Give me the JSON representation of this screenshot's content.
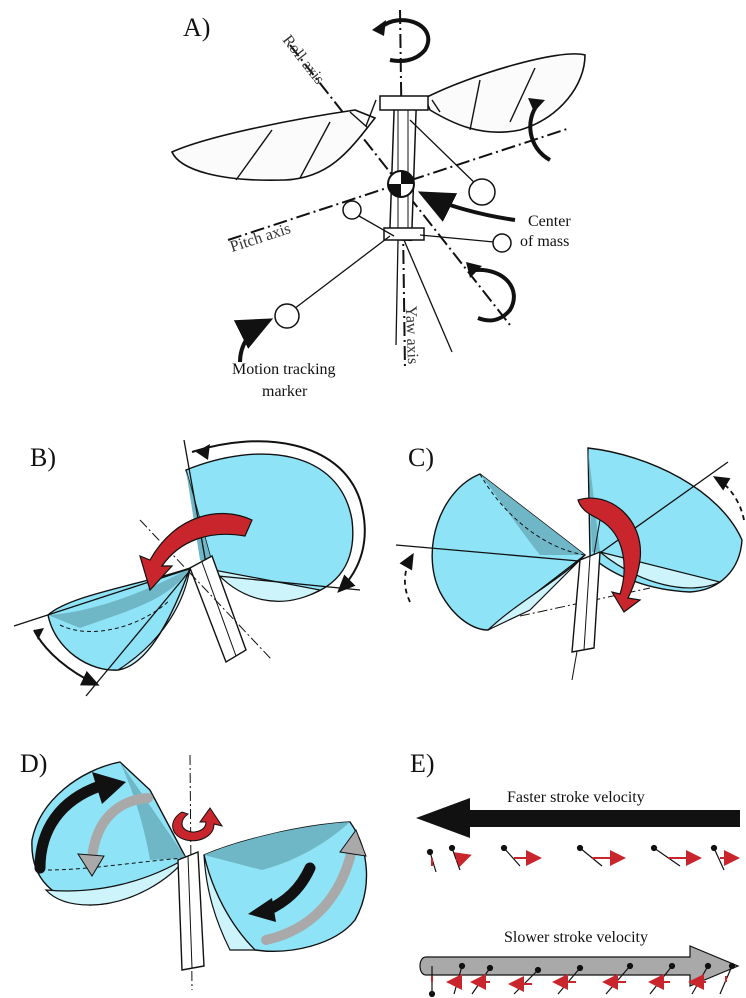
{
  "colors": {
    "wing_fill": "#8fe3f7",
    "wing_dark": "#6fb6c6",
    "wing_light": "#cdf3fb",
    "red_arrow": "#c8262c",
    "black_arrow": "#111111",
    "gray_arrow": "#a9a9a9"
  },
  "panels": {
    "a": {
      "label": "A)",
      "roll_axis": "Roll axis",
      "pitch_axis": "Pitch axis",
      "yaw_axis": "Yaw axis",
      "center_of_mass_line1": "Center",
      "center_of_mass_line2": "of mass",
      "marker_line1": "Motion tracking",
      "marker_line2": "marker"
    },
    "b": {
      "label": "B)"
    },
    "c": {
      "label": "C)"
    },
    "d": {
      "label": "D)"
    },
    "e": {
      "label": "E)",
      "faster": "Faster stroke velocity",
      "slower": "Slower stroke velocity"
    }
  }
}
